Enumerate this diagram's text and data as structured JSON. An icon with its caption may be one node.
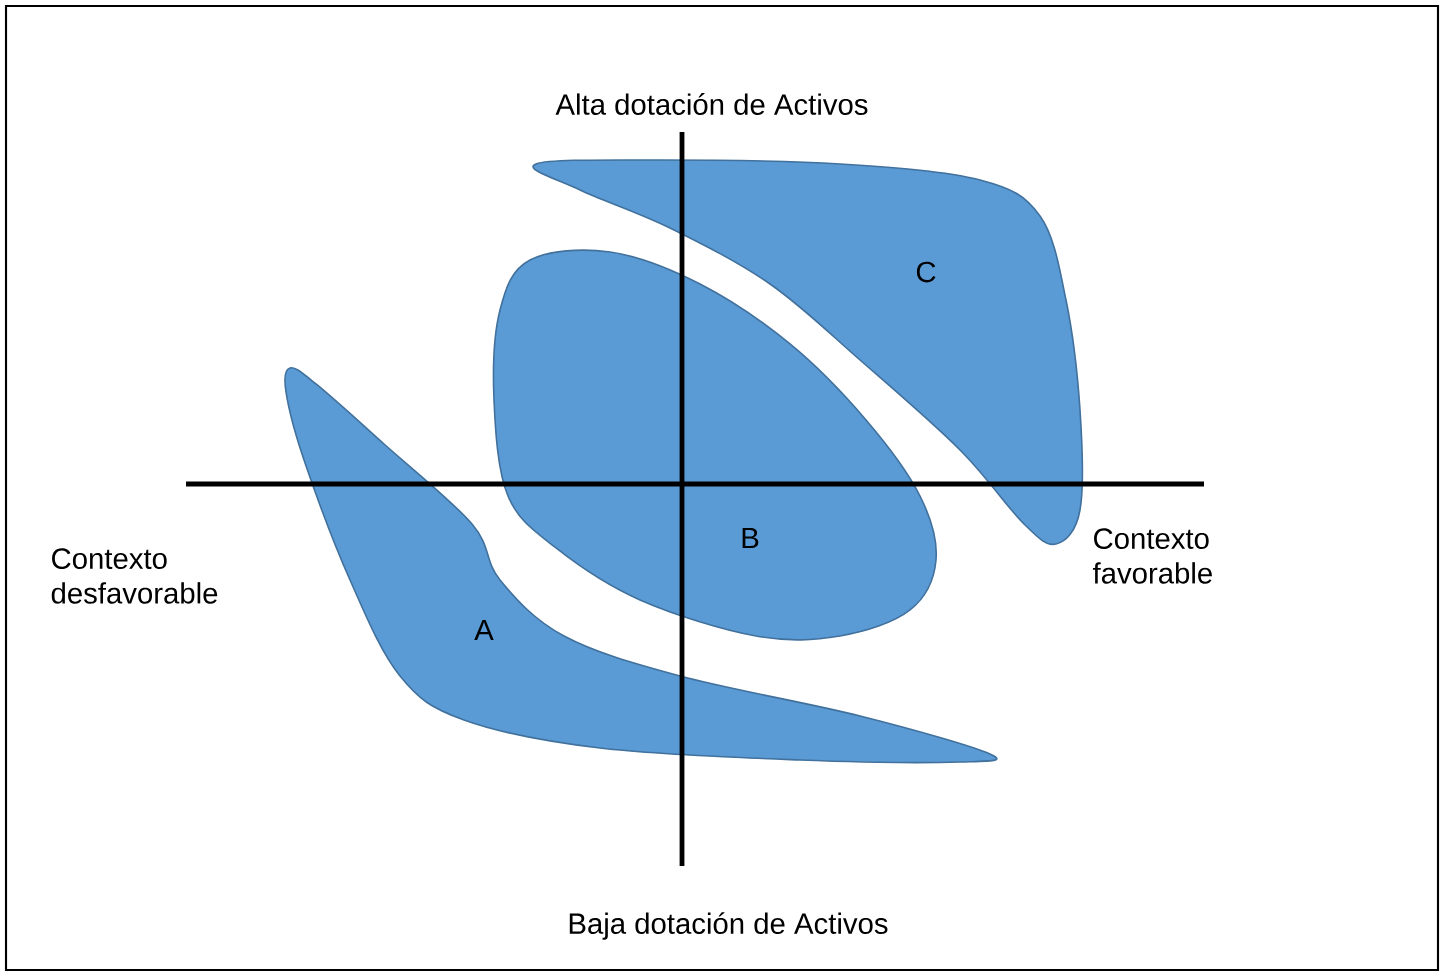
{
  "diagram": {
    "nodes": [
      {
        "text": [
          "C"
        ]
      },
      {
        "text": [
          "B"
        ]
      },
      {
        "text": [
          "A"
        ]
      }
    ],
    "edges": [],
    "labels": [
      "Alta dotación de Activos",
      "Contexto desfavorable",
      "Contexto favorable",
      "Baja dotación de Activos"
    ]
  }
}
